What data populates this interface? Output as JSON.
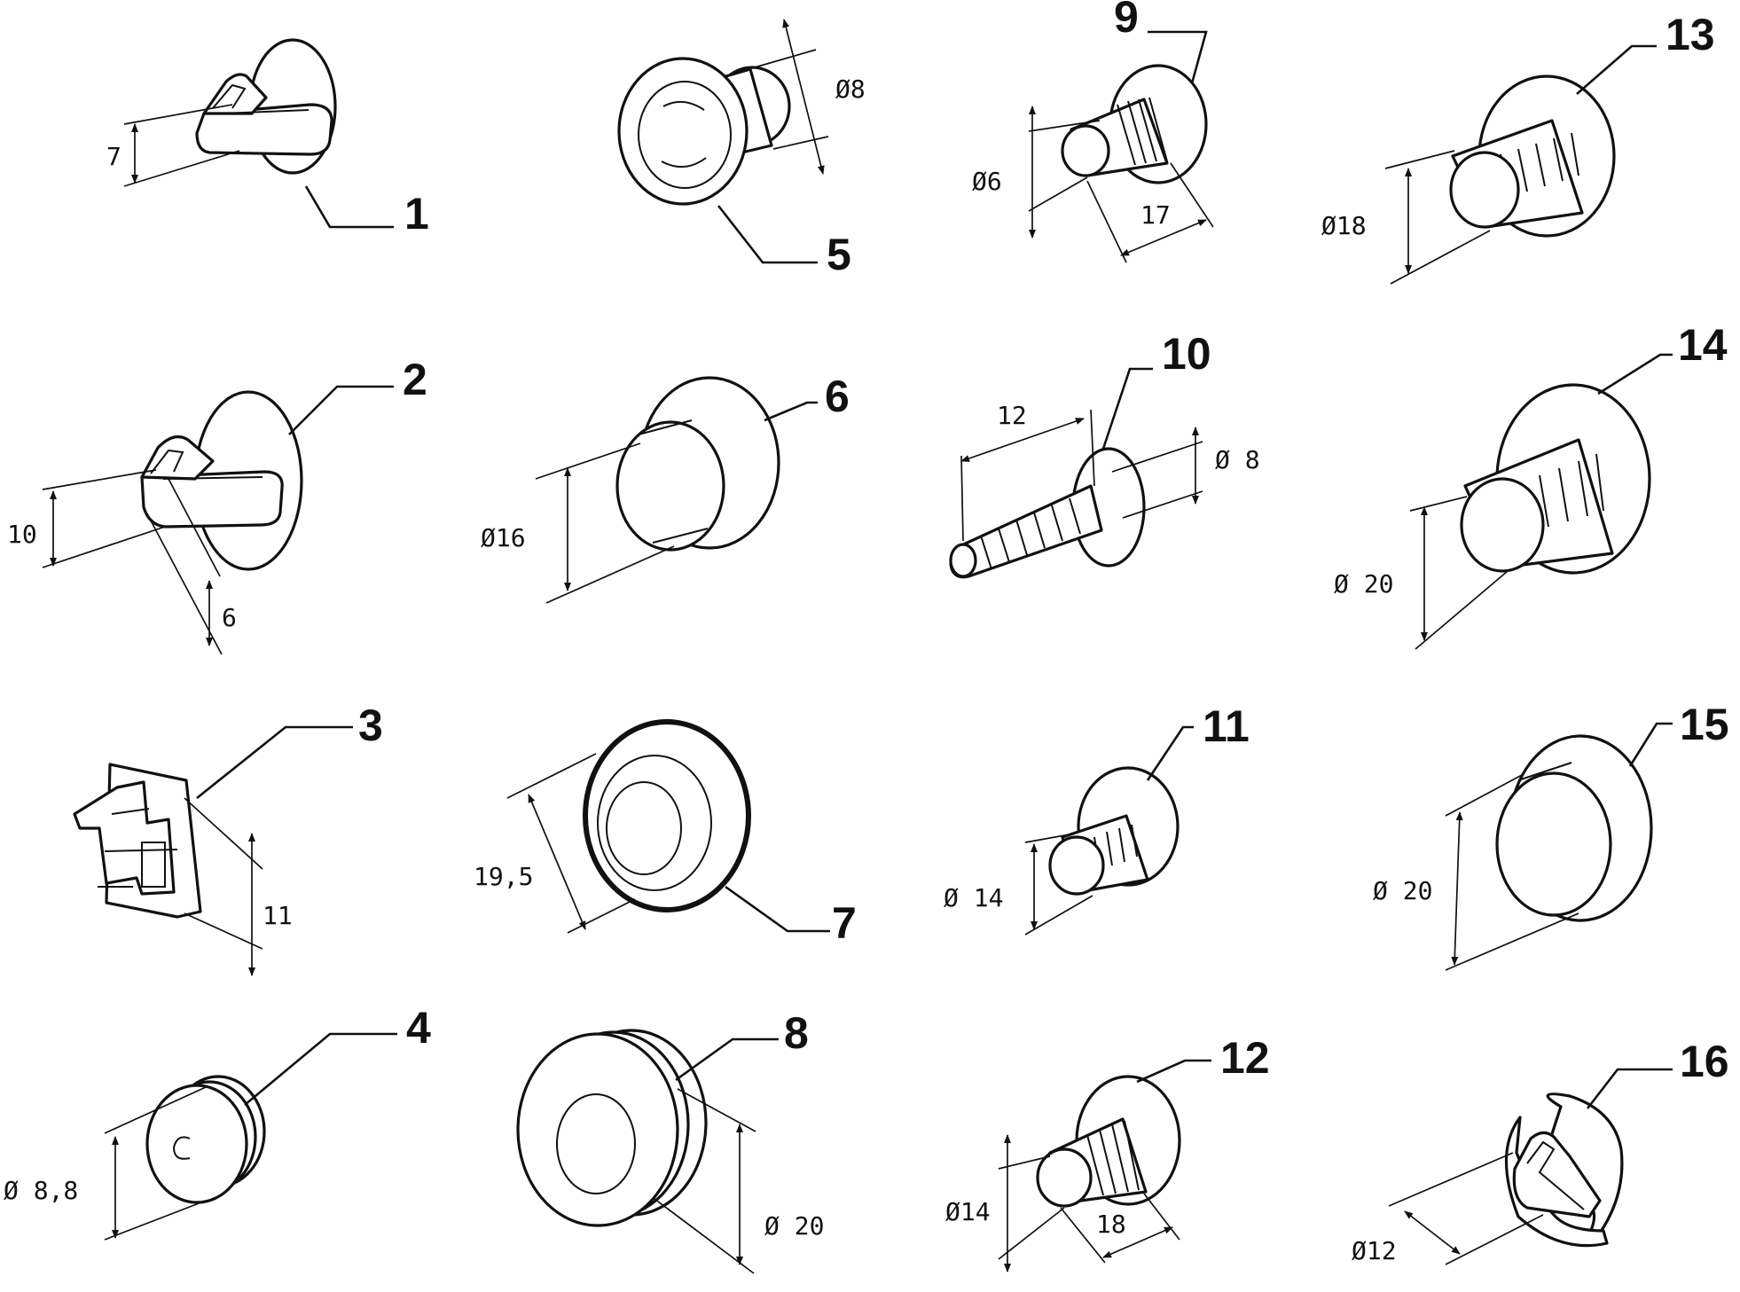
{
  "parts": [
    {
      "id": "1",
      "dims": [
        "7"
      ]
    },
    {
      "id": "2",
      "dims": [
        "10",
        "6"
      ]
    },
    {
      "id": "3",
      "dims": [
        "11"
      ]
    },
    {
      "id": "4",
      "dims": [
        "Ø 8,8"
      ]
    },
    {
      "id": "5",
      "dims": [
        "Ø8"
      ]
    },
    {
      "id": "6",
      "dims": [
        "Ø16"
      ]
    },
    {
      "id": "7",
      "dims": [
        "19,5"
      ]
    },
    {
      "id": "8",
      "dims": [
        "Ø 20"
      ]
    },
    {
      "id": "9",
      "dims": [
        "Ø6",
        "17"
      ]
    },
    {
      "id": "10",
      "dims": [
        "12",
        "Ø 8"
      ]
    },
    {
      "id": "11",
      "dims": [
        "Ø 14"
      ]
    },
    {
      "id": "12",
      "dims": [
        "Ø14",
        "18"
      ]
    },
    {
      "id": "13",
      "dims": [
        "Ø18"
      ]
    },
    {
      "id": "14",
      "dims": [
        "Ø 20"
      ]
    },
    {
      "id": "15",
      "dims": [
        "Ø 20"
      ]
    },
    {
      "id": "16",
      "dims": [
        "Ø12"
      ]
    }
  ]
}
